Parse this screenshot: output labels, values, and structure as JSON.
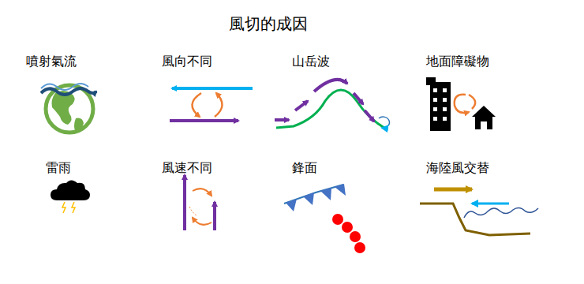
{
  "diagram": {
    "title": "風切的成因",
    "labels": [
      "噴射氣流",
      "風向不同",
      "山岳波",
      "地面障礙物",
      "雷雨",
      "風速不同",
      "鋒面",
      "海陸風交替"
    ]
  }
}
